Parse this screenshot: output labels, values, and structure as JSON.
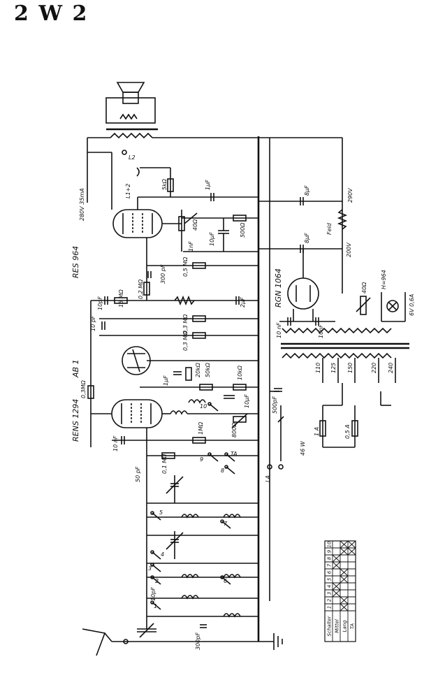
{
  "title": "2 W 2",
  "tubes": {
    "output": "RES 964",
    "rectifier": "RGN 1064",
    "detector": "AB 1",
    "input": "RENS 1294"
  },
  "labels": {
    "l1l2": "L1+2",
    "l2": "L2",
    "speaker_current": "280V 35mA",
    "v290": "290V",
    "v200": "200V",
    "feld": "Feld",
    "lamp": "H=964",
    "lamp_rating": "6V 0,6A",
    "r40_a": "40Ω",
    "r40_b": "40Ω",
    "la": "LA",
    "mains_fuse_power": "46 W",
    "fuse_1a": "1 A",
    "fuse_05a": "0,5 A"
  },
  "components": {
    "c1uf_top": "1μF",
    "c8uf_a": "8μF",
    "c8uf_b": "8μF",
    "r5k": "5kΩ",
    "c10uf": "10μF",
    "r500": "500Ω",
    "c1nf": "1nF",
    "r05m": "0,5 MΩ",
    "c300pf": "300 pF",
    "r02m": "0,2 MΩ",
    "r15m": "15 MΩ",
    "c10pf_a": "10pF",
    "c2uf": "2μF",
    "c10pf_b": "10 pF",
    "r03m_a": "0,3 MΩ",
    "r03m_b": "0,3 MΩ",
    "c10nf_a": "10 nF",
    "c10nf_b": "10nF",
    "c1uf_mid": "1μF",
    "r20k": "20kΩ",
    "r50k": "50kΩ",
    "r10k": "10kΩ",
    "r03m_c": "0,3MΩ",
    "c500pf": "500pF",
    "c10uf_b": "10μF",
    "r800": "800Ω",
    "r1m": "1MΩ",
    "c10nf_c": "10 nF",
    "c50pf": "50 pF",
    "r01m": "0,1 MΩ",
    "c10pf_c": "10pF",
    "c300pf_b": "300pF"
  },
  "taps": [
    "110",
    "125",
    "150",
    "220",
    "240"
  ],
  "switch_numbers": [
    "1",
    "2",
    "3",
    "4",
    "5",
    "6",
    "7",
    "8",
    "9",
    "10",
    "TA"
  ],
  "switch_table": {
    "header": [
      "Schalter",
      "1",
      "2",
      "3",
      "4",
      "5",
      "6",
      "7",
      "8",
      "9",
      "10"
    ],
    "rows": [
      {
        "label": "Mittel",
        "marks": [
          false,
          false,
          true,
          true,
          false,
          false,
          true,
          true,
          false,
          false
        ]
      },
      {
        "label": "Lang",
        "marks": [
          true,
          true,
          false,
          false,
          true,
          true,
          false,
          false,
          true,
          true
        ]
      },
      {
        "label": "TA",
        "marks": [
          false,
          false,
          false,
          false,
          false,
          false,
          false,
          false,
          true,
          true
        ]
      }
    ]
  }
}
